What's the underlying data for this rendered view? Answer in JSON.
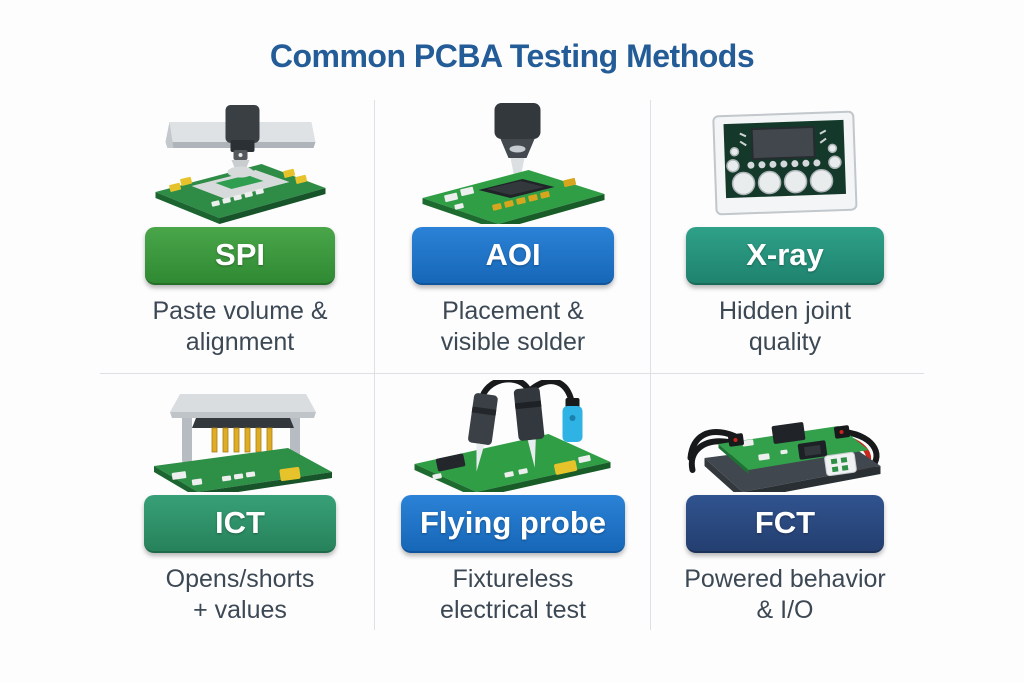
{
  "title": "Common PCBA Testing Methods",
  "palette": {
    "background": "#FDFDFE",
    "title_text": "#235C97",
    "caption_text": "#3C4854",
    "divider_line": "#DDE0E4",
    "button_text": "#FFFFFF",
    "spi_green": "#3E9C3E",
    "aoi_blue": "#1E74C9",
    "xray_teal": "#27957B",
    "ict_sea_green": "#2E9468",
    "flying_probe_blue": "#1E74C9",
    "fct_navy": "#2A4A82",
    "pcb_green": "#2F9E44"
  },
  "methods": [
    {
      "label": "SPI",
      "caption_line1": "Paste volume &",
      "caption_line2": "alignment",
      "button_color": "#3E9C3E",
      "icon": "solder-paste-inspection-icon"
    },
    {
      "label": "AOI",
      "caption_line1": "Placement &",
      "caption_line2": "visible solder",
      "button_color": "#1E74C9",
      "icon": "aoi-camera-icon"
    },
    {
      "label": "X-ray",
      "caption_line1": "Hidden joint",
      "caption_line2": "quality",
      "button_color": "#27957B",
      "icon": "xray-image-icon"
    },
    {
      "label": "ICT",
      "caption_line1": "Opens/shorts",
      "caption_line2": "+ values",
      "button_color": "#2E9468",
      "icon": "ict-bed-of-nails-icon"
    },
    {
      "label": "Flying probe",
      "caption_line1": "Fixtureless",
      "caption_line2": "electrical test",
      "button_color": "#1E74C9",
      "icon": "flying-probe-icon"
    },
    {
      "label": "FCT",
      "caption_line1": "Powered behavior",
      "caption_line2": "& I/O",
      "button_color": "#2A4A82",
      "icon": "fct-powered-board-icon"
    }
  ]
}
